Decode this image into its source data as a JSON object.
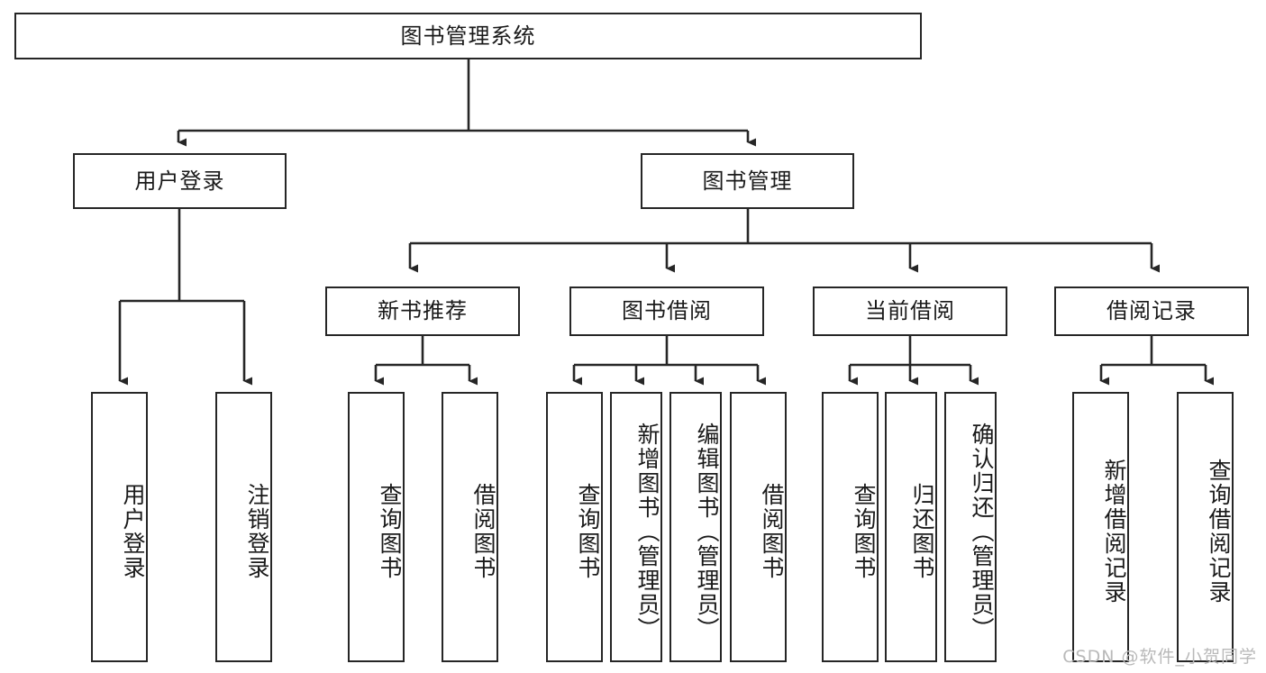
{
  "diagram": {
    "title": "图书管理系统",
    "type": "tree-hierarchy-chart",
    "colors": {
      "stroke": "#262626",
      "box_fill": "#ffffff",
      "text": "#1a1a1a",
      "watermark": "#b9b9b9",
      "background": "#ffffff"
    },
    "root": {
      "label": "图书管理系统"
    },
    "level1": [
      {
        "label": "用户登录"
      },
      {
        "label": "图书管理"
      }
    ],
    "level2": [
      {
        "label": "新书推荐"
      },
      {
        "label": "图书借阅"
      },
      {
        "label": "当前借阅"
      },
      {
        "label": "借阅记录"
      }
    ],
    "leaves": {
      "user_login": [
        {
          "label": "用户登录"
        },
        {
          "label": "注销登录"
        }
      ],
      "new_book_recommend": [
        {
          "label": "查询图书"
        },
        {
          "label": "借阅图书"
        }
      ],
      "book_borrow": [
        {
          "label": "查询图书"
        },
        {
          "label": "新增图书（管理员）"
        },
        {
          "label": "编辑图书（管理员）"
        },
        {
          "label": "借阅图书"
        }
      ],
      "current_borrow": [
        {
          "label": "查询图书"
        },
        {
          "label": "归还图书"
        },
        {
          "label": "确认归还（管理员）"
        }
      ],
      "borrow_record": [
        {
          "label": "新增借阅记录"
        },
        {
          "label": "查询借阅记录"
        }
      ]
    }
  },
  "watermark": {
    "text": "CSDN @软件_小贺同学"
  }
}
